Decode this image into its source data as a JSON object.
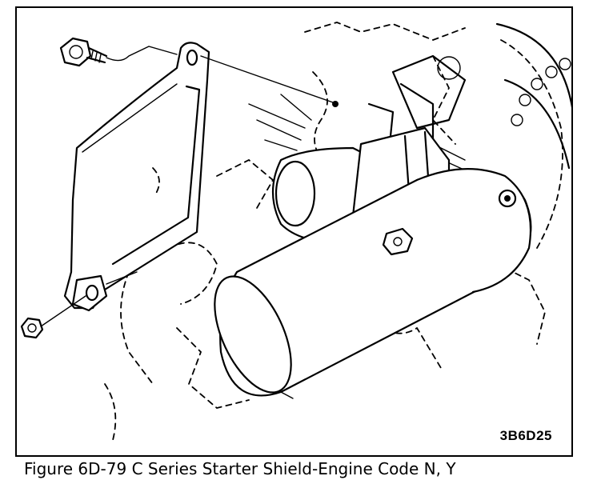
{
  "figure": {
    "reference_code": "3B6D25",
    "caption": "Figure 6D-79 C Series Starter Shield-Engine Code N, Y"
  },
  "parts": {
    "shield": "starter-shield",
    "bolt": "bolt",
    "nut": "nut",
    "starter": "starter-motor",
    "engine": "engine-block",
    "flywheel": "flywheel"
  }
}
